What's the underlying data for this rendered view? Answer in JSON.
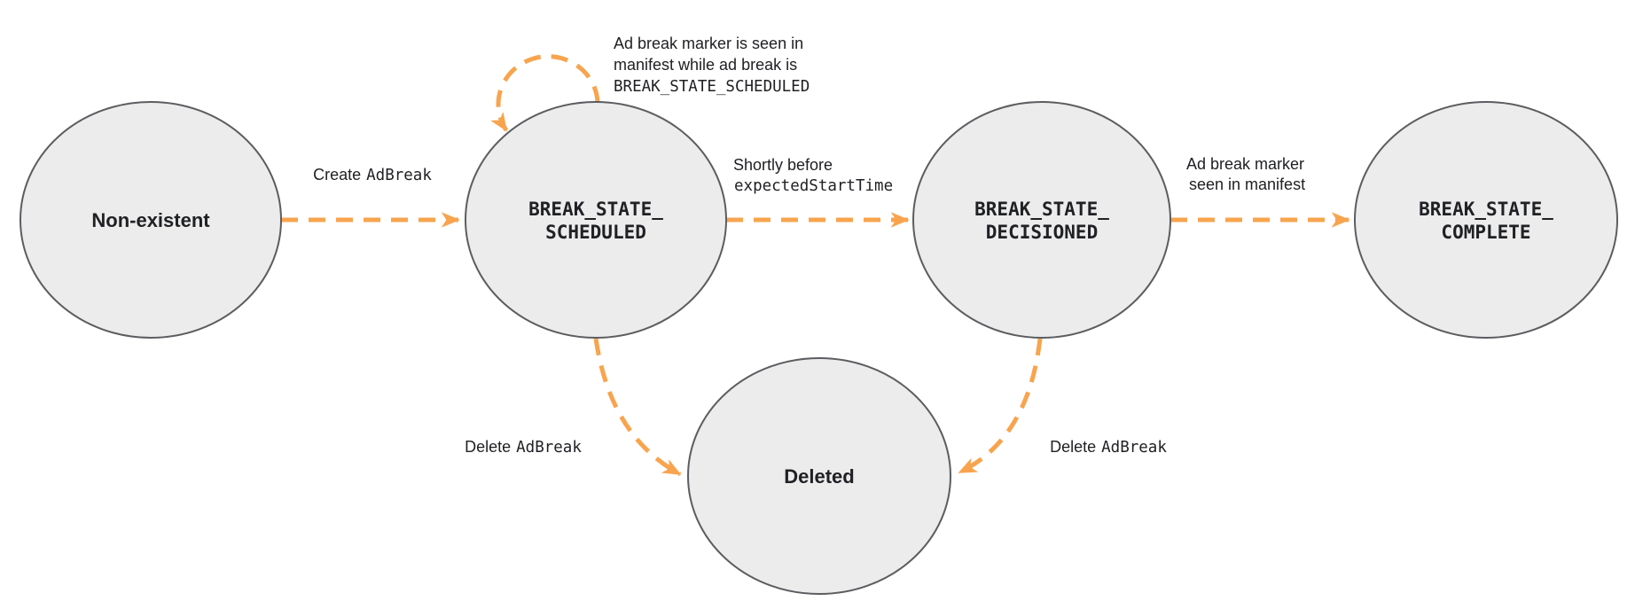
{
  "colors": {
    "node_fill": "#ececec",
    "node_stroke": "#5b5d60",
    "arrow_orange": "#f8a44e",
    "text": "#202124"
  },
  "nodes": {
    "non_existent": {
      "label": "Non-existent"
    },
    "scheduled": {
      "line1": "BREAK_STATE_",
      "line2": "SCHEDULED"
    },
    "decisioned": {
      "line1": "BREAK_STATE_",
      "line2": "DECISIONED"
    },
    "complete": {
      "line1": "BREAK_STATE_",
      "line2": "COMPLETE"
    },
    "deleted": {
      "label": "Deleted"
    }
  },
  "edges": {
    "create": {
      "sans": "Create",
      "mono": "AdBreak"
    },
    "self_loop": {
      "line1": "Ad break marker is seen in",
      "line2": "manifest while ad break is",
      "line3_mono": "BREAK_STATE_SCHEDULED"
    },
    "to_decisioned": {
      "line1": "Shortly before",
      "line2_mono": "expectedStartTime"
    },
    "to_complete": {
      "line1": "Ad break marker",
      "line2": "seen in manifest"
    },
    "delete_from_scheduled": {
      "sans": "Delete",
      "mono": "AdBreak"
    },
    "delete_from_decisioned": {
      "sans": "Delete",
      "mono": "AdBreak"
    }
  }
}
